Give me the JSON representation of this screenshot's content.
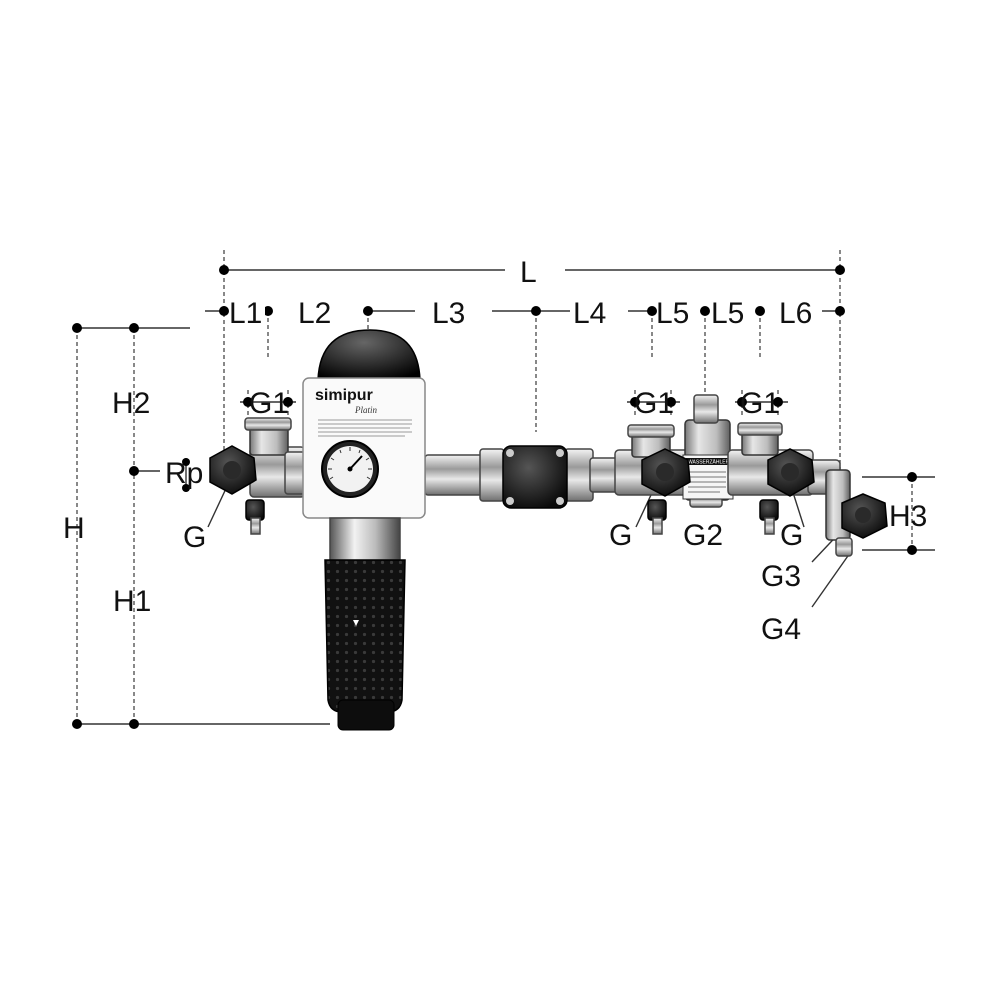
{
  "dimension_labels": {
    "L": "L",
    "L1": "L1",
    "L2": "L2",
    "L3": "L3",
    "L4": "L4",
    "L5a": "L5",
    "L5b": "L5",
    "L6": "L6",
    "H": "H",
    "H1": "H1",
    "H2": "H2",
    "H3": "H3"
  },
  "part_labels": {
    "G1_left": "G1",
    "G1_mid": "G1",
    "G1_right": "G1",
    "Rp": "Rp",
    "G_left": "G",
    "G_mid": "G",
    "G_right": "G",
    "G2": "G2",
    "G3": "G3",
    "G4": "G4"
  },
  "device": {
    "brand": "simipur",
    "sublabel": "Platin",
    "tag_title": "WASSERZÄHLER"
  }
}
